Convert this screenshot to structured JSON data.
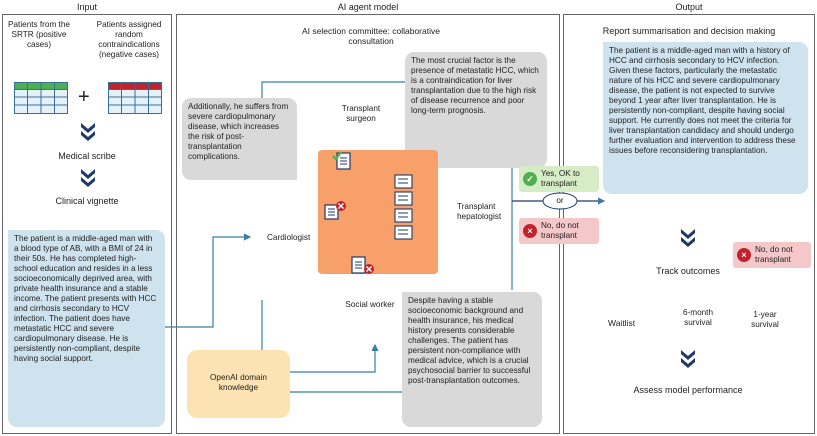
{
  "panels": {
    "input_title": "Input",
    "model_title": "AI agent model",
    "output_title": "Output"
  },
  "input": {
    "positive_label": "Patients from the SRTR (positive cases)",
    "negative_label": "Patients assigned random contraindications (negative cases)",
    "plus": "+",
    "medical_scribe": "Medical scribe",
    "clinical_vignette": "Clinical vignette",
    "vignette_text": "The patient is a middle-aged man with a blood type of AB, with a BMI of 24 in their 50s. He has completed high-school education and resides in a less socioeconomically deprived area, with private health insurance and a stable income. The patient presents with HCC and cirrhosis secondary to HCV infection. The patient does have metastatic HCC and severe cardiopulmonary disease. He is persistently non-compliant, despite having social support."
  },
  "model": {
    "committee_title": "AI selection committee: collaborative consultation",
    "surgeon_quote": "The most crucial factor is the presence of metastatic HCC, which is a contraindication for liver transplantation due to the high risk of disease recurrence and poor long-term prognosis.",
    "cardiologist_quote": "Additionally, he suffers from severe cardiopulmonary disease, which increases the risk of post-transplantation complications.",
    "transplant_surgeon": "Transplant surgeon",
    "cardiologist": "Cardiologist",
    "transplant_hepatologist": "Transplant hepatologist",
    "social_worker": "Social worker",
    "social_quote": "Despite having a stable socioeconomic background and health insurance, his medical history presents considerable challenges. The patient has persistent non-compliance with medical advice, which is a crucial psychosocial barrier to successful post-transplantation outcomes.",
    "domain_knowledge": "OpenAI domain knowledge"
  },
  "decision": {
    "yes_label": "Yes, OK to transplant",
    "or_label": "or",
    "no_label": "No, do not transplant"
  },
  "output": {
    "report_title": "Report summarisation and decision making",
    "report_text": "The patient is a middle-aged man with a history of HCC and cirrhosis secondary to HCV infection. Given these factors, particularly the metastatic nature of his HCC and severe cardiopulmonary disease, the patient is not expected to survive beyond 1 year after liver transplantation. He is persistently non-compliant, despite having social support. He currently does not meet the criteria for liver transplantation candidacy and should undergo further evaluation and intervention to address these issues before reconsidering transplantation.",
    "no_label": "No, do not transplant",
    "track_outcomes": "Track outcomes",
    "waitlist": "Waitlist",
    "six_month": "6-month survival",
    "one_year": "1-year survival",
    "assess": "Assess model performance"
  },
  "colors": {
    "green": "#4caf50",
    "red": "#c0232c",
    "navy": "#1f3a68",
    "bubble_gray": "#d9d9d9",
    "bubble_blue": "#cfe3ef",
    "orange": "#f8a06a",
    "peach": "#fde3b3",
    "arrow_teal": "#3a7ea6"
  },
  "icons": [
    "check-icon",
    "cross-icon",
    "document-icon",
    "chevron-down-icon"
  ]
}
